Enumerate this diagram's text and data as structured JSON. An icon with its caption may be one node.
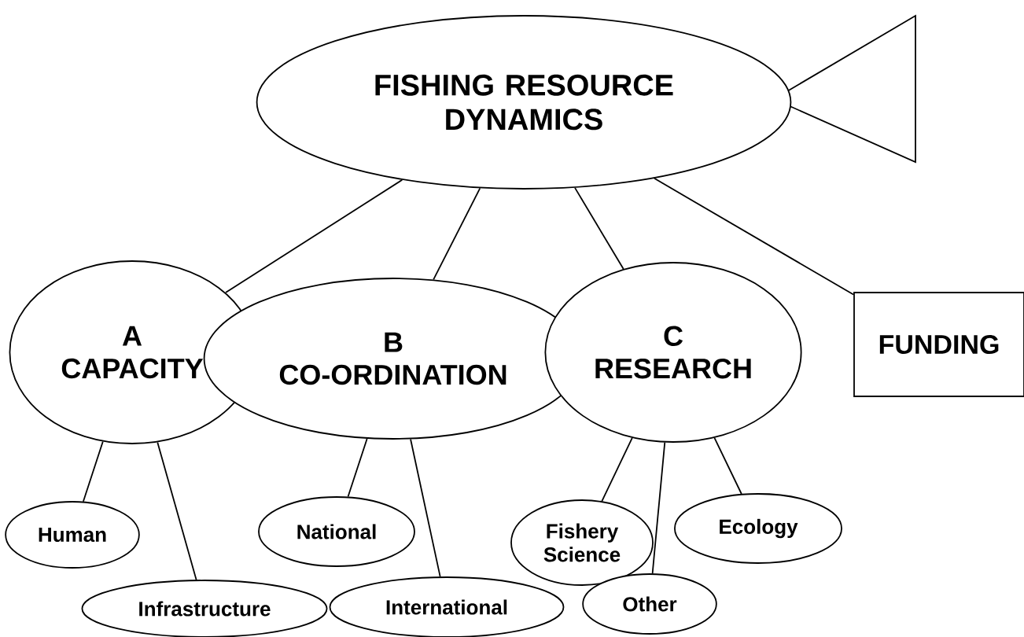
{
  "diagram": {
    "nodes": [
      {
        "text": [
          "FISHING RESOURCE DYNAMICS"
        ]
      },
      {
        "text": [
          "A",
          "CAPACITY"
        ]
      },
      {
        "text": [
          "B",
          "CO-ORDINATION"
        ]
      },
      {
        "text": [
          "C",
          "RESEARCH"
        ]
      },
      {
        "text": [
          "FUNDING"
        ]
      },
      {
        "text": [
          "Human"
        ]
      },
      {
        "text": [
          "Infrastructure"
        ]
      },
      {
        "text": [
          "National"
        ]
      },
      {
        "text": [
          "International"
        ]
      },
      {
        "text": [
          "Fishery Science"
        ]
      },
      {
        "text": [
          "Other"
        ]
      },
      {
        "text": [
          "Ecology"
        ]
      }
    ],
    "edges": [
      {
        "from": 0,
        "to": 1,
        "arrow": "none"
      },
      {
        "from": 0,
        "to": 2,
        "arrow": "none"
      },
      {
        "from": 0,
        "to": 3,
        "arrow": "none"
      },
      {
        "from": 0,
        "to": 4,
        "arrow": "none"
      },
      {
        "from": 1,
        "to": 5,
        "arrow": "none"
      },
      {
        "from": 1,
        "to": 6,
        "arrow": "none"
      },
      {
        "from": 2,
        "to": 7,
        "arrow": "none"
      },
      {
        "from": 2,
        "to": 8,
        "arrow": "none"
      },
      {
        "from": 3,
        "to": 9,
        "arrow": "none"
      },
      {
        "from": 3,
        "to": 10,
        "arrow": "none"
      },
      {
        "from": 3,
        "to": 11,
        "arrow": "none"
      }
    ]
  }
}
